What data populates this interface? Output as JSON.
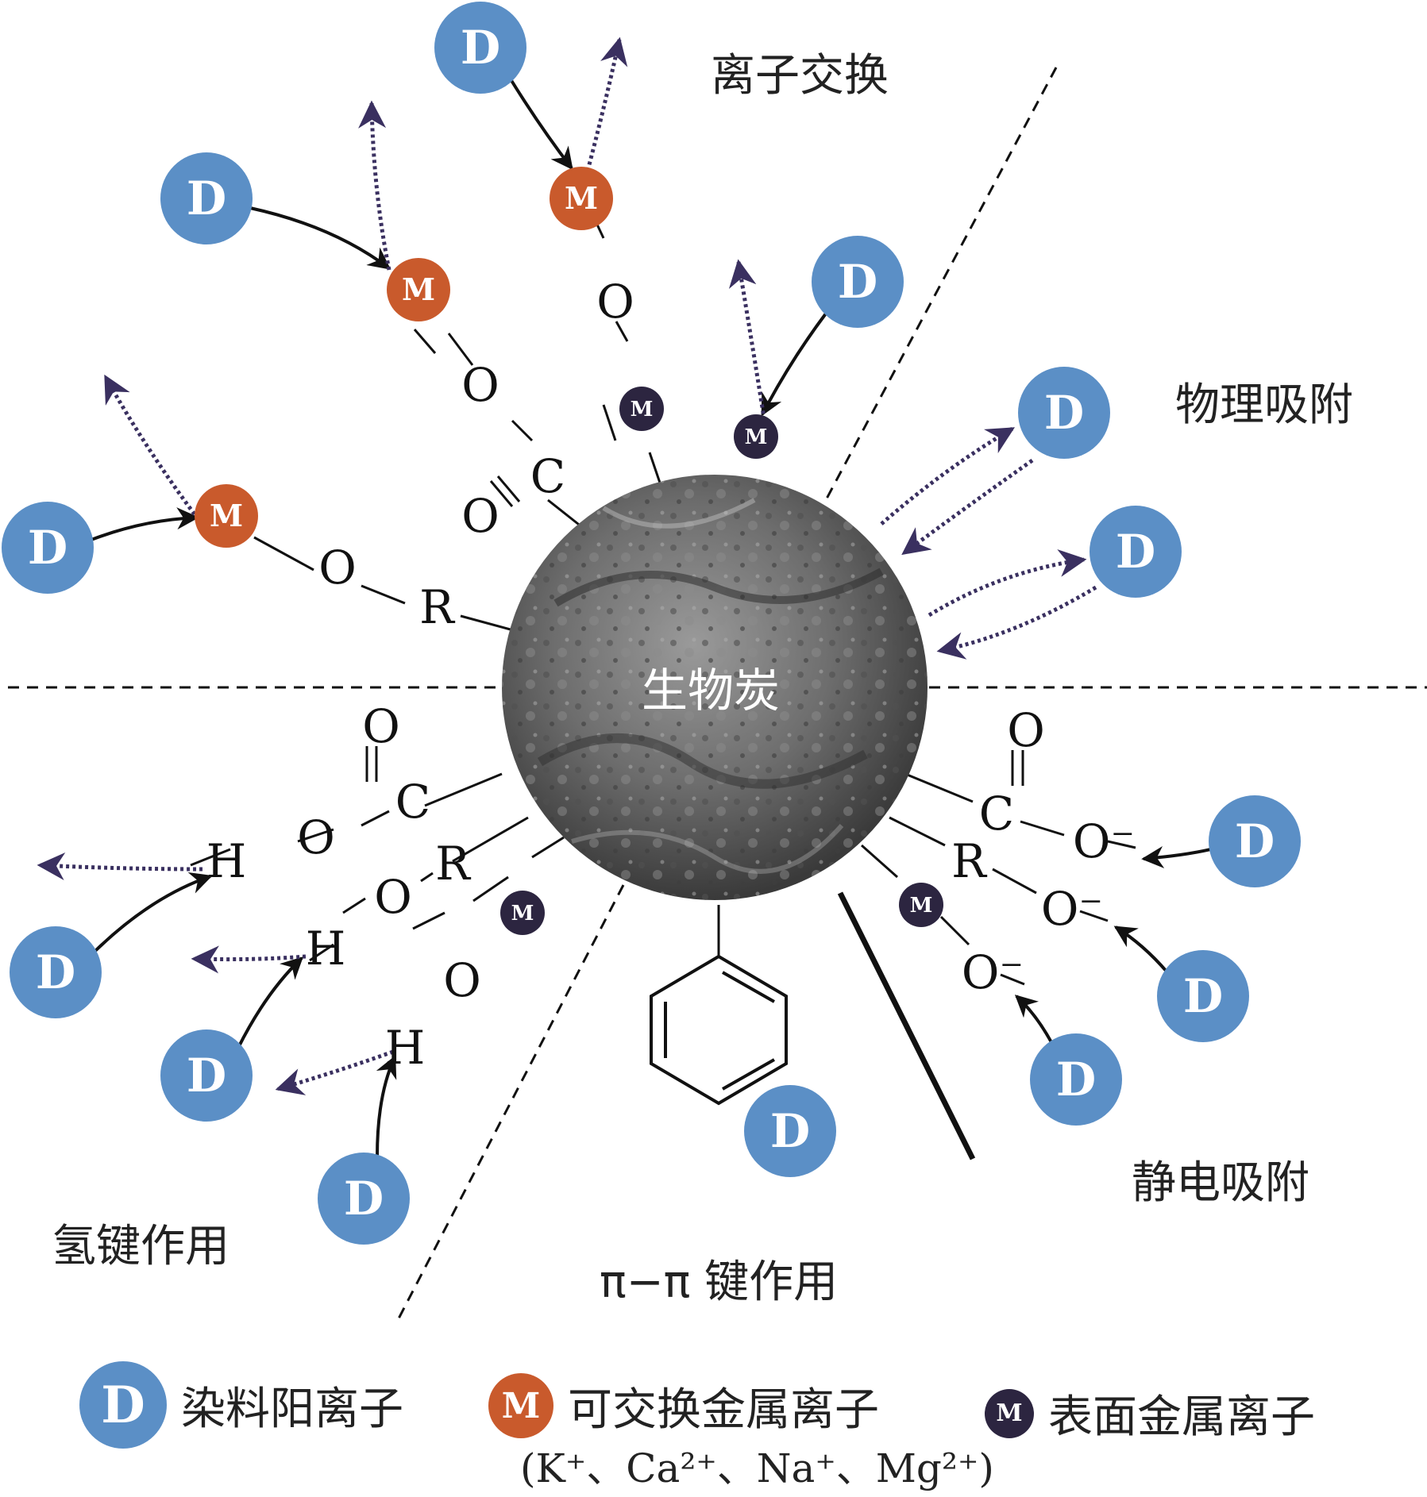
{
  "center_label": "生物炭",
  "regions": {
    "ion_exchange": "离子交换",
    "physical_adsorption": "物理吸附",
    "electrostatic_adsorption": "静电吸附",
    "pi_pi": "π−π 键作用",
    "hydrogen_bond": "氢键作用"
  },
  "node_letters": {
    "dye": "D",
    "metal": "M"
  },
  "atoms": {
    "O": "O",
    "C": "C",
    "R": "R",
    "H": "H",
    "O_minus": "O⁻"
  },
  "legend": {
    "dye_label": "染料阳离子",
    "exchangeable_label": "可交换金属离子",
    "surface_label": "表面金属离子",
    "ions": "(K⁺、Ca²⁺、Na⁺、Mg²⁺)"
  },
  "colors": {
    "dye": "#5b8fc6",
    "exchangeable_metal": "#c95a2c",
    "surface_metal": "#2c2540",
    "arrow": "#111111",
    "dotted_arrow": "#3a3060",
    "biochar": "#6e6e6e"
  }
}
